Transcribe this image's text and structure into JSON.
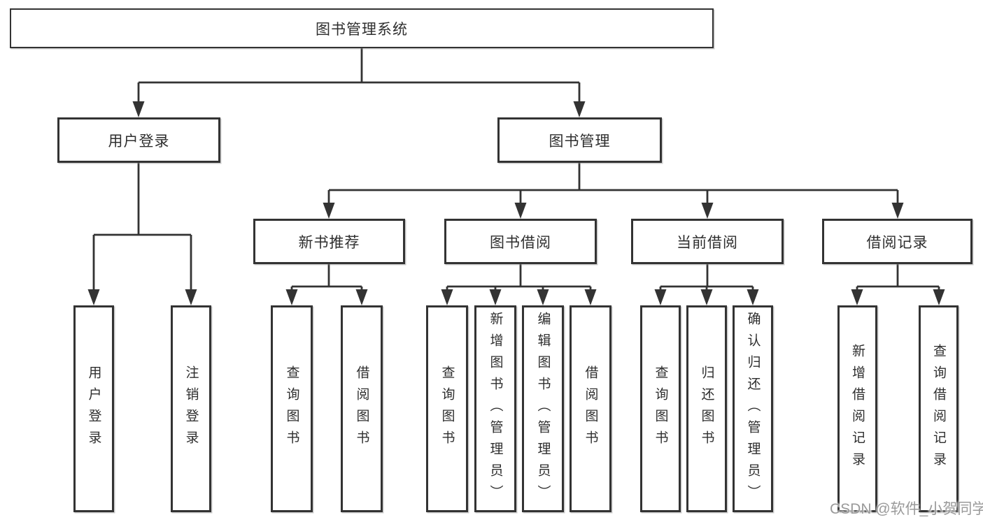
{
  "page": {
    "background": "#ffffff",
    "line_color": "#333333",
    "box_border_color": "#333333",
    "text_color": "#2e2e2e"
  },
  "watermark": {
    "text": "CSDN @软件_小贺同学",
    "color": "#9a9a9a"
  },
  "tree": {
    "label": "图书管理系统",
    "children": [
      {
        "label": "用户登录",
        "children": [
          {
            "label": "用户登录"
          },
          {
            "label": "注销登录"
          }
        ]
      },
      {
        "label": "图书管理",
        "children": [
          {
            "label": "新书推荐",
            "children": [
              {
                "label": "查询图书"
              },
              {
                "label": "借阅图书"
              }
            ]
          },
          {
            "label": "图书借阅",
            "children": [
              {
                "label": "查询图书"
              },
              {
                "label": "新增图书（管理员）"
              },
              {
                "label": "编辑图书（管理员）"
              },
              {
                "label": "借阅图书"
              }
            ]
          },
          {
            "label": "当前借阅",
            "children": [
              {
                "label": "查询图书"
              },
              {
                "label": "归还图书"
              },
              {
                "label": "确认归还（管理员）"
              }
            ]
          },
          {
            "label": "借阅记录",
            "children": [
              {
                "label": "新增借阅记录"
              },
              {
                "label": "查询借阅记录"
              }
            ]
          }
        ]
      }
    ]
  }
}
